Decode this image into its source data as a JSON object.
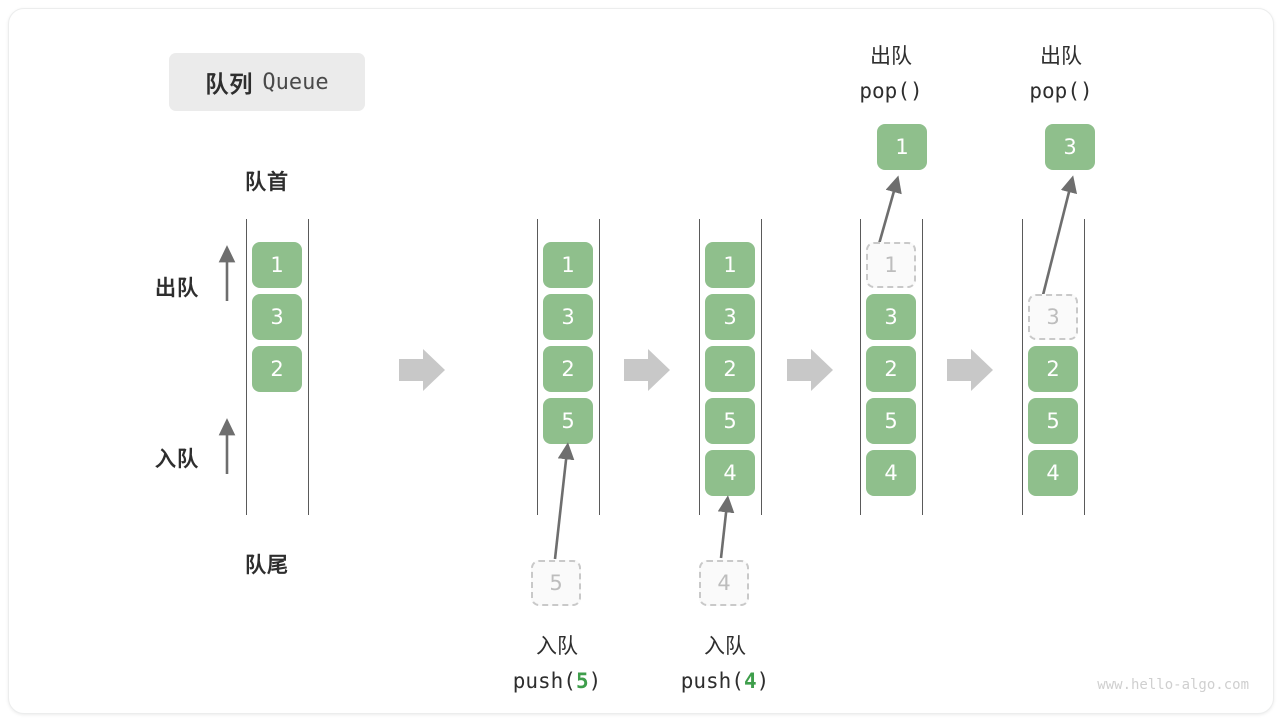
{
  "title": {
    "cn": "队列",
    "en": "Queue"
  },
  "labels": {
    "front": "队首",
    "rear": "队尾",
    "dequeue_side": "出队",
    "enqueue_side": "入队"
  },
  "colors": {
    "cell_fill": "#8FBF8C",
    "cell_text": "#ffffff",
    "ghost_border": "#c9c9c9",
    "ghost_text": "#bdbdbd",
    "rail": "#5a5a5a",
    "arrow": "#6e6e6e",
    "step_arrow": "#c8c8c8",
    "highlight": "#3e9e4b",
    "chip_bg": "#ebebeb"
  },
  "columns": [
    {
      "id": "state-initial",
      "cells": [
        {
          "value": "1",
          "style": "filled"
        },
        {
          "value": "3",
          "style": "filled"
        },
        {
          "value": "2",
          "style": "filled"
        }
      ]
    },
    {
      "id": "state-after-push-5",
      "cells": [
        {
          "value": "1",
          "style": "filled"
        },
        {
          "value": "3",
          "style": "filled"
        },
        {
          "value": "2",
          "style": "filled"
        },
        {
          "value": "5",
          "style": "filled"
        }
      ],
      "incoming": {
        "value": "5",
        "style": "ghost"
      },
      "caption_cn": "入队",
      "caption_code_prefix": "push(",
      "caption_code_value": "5",
      "caption_code_suffix": ")"
    },
    {
      "id": "state-after-push-4",
      "cells": [
        {
          "value": "1",
          "style": "filled"
        },
        {
          "value": "3",
          "style": "filled"
        },
        {
          "value": "2",
          "style": "filled"
        },
        {
          "value": "5",
          "style": "filled"
        },
        {
          "value": "4",
          "style": "filled"
        }
      ],
      "incoming": {
        "value": "4",
        "style": "ghost"
      },
      "caption_cn": "入队",
      "caption_code_prefix": "push(",
      "caption_code_value": "4",
      "caption_code_suffix": ")"
    },
    {
      "id": "state-after-pop-1",
      "cells": [
        {
          "value": "1",
          "style": "ghost"
        },
        {
          "value": "3",
          "style": "filled"
        },
        {
          "value": "2",
          "style": "filled"
        },
        {
          "value": "5",
          "style": "filled"
        },
        {
          "value": "4",
          "style": "filled"
        }
      ],
      "popped": {
        "value": "1"
      },
      "header_cn": "出队",
      "header_code": "pop()"
    },
    {
      "id": "state-after-pop-3",
      "cells": [
        {
          "value": "",
          "style": "empty"
        },
        {
          "value": "3",
          "style": "ghost"
        },
        {
          "value": "2",
          "style": "filled"
        },
        {
          "value": "5",
          "style": "filled"
        },
        {
          "value": "4",
          "style": "filled"
        }
      ],
      "popped": {
        "value": "3"
      },
      "header_cn": "出队",
      "header_code": "pop()"
    }
  ],
  "watermark": "www.hello-algo.com"
}
